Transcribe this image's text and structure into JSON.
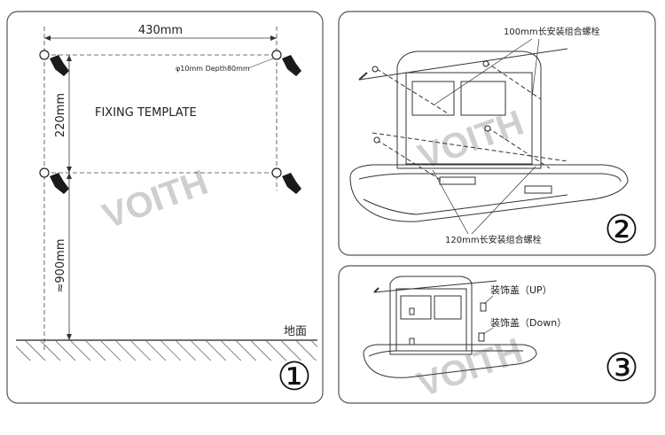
{
  "panel1": {
    "width_dim": "430mm",
    "height_dim": "220mm",
    "floor_dim": "≈900mm",
    "hole_spec": "φ10mm Depth80mm",
    "template_label": "FIXING TEMPLATE",
    "floor_label": "地面",
    "step_number": "①",
    "watermark": "VOITH"
  },
  "panel2": {
    "bolt_top_label": "100mm长安装组合螺栓",
    "bolt_bottom_label": "120mm长安装组合螺栓",
    "step_number": "②",
    "watermark": "VOITH"
  },
  "panel3": {
    "cap_up_label": "装饰盖（UP）",
    "cap_down_label": "装饰盖（Down）",
    "step_number": "③",
    "watermark": "VOITH"
  }
}
